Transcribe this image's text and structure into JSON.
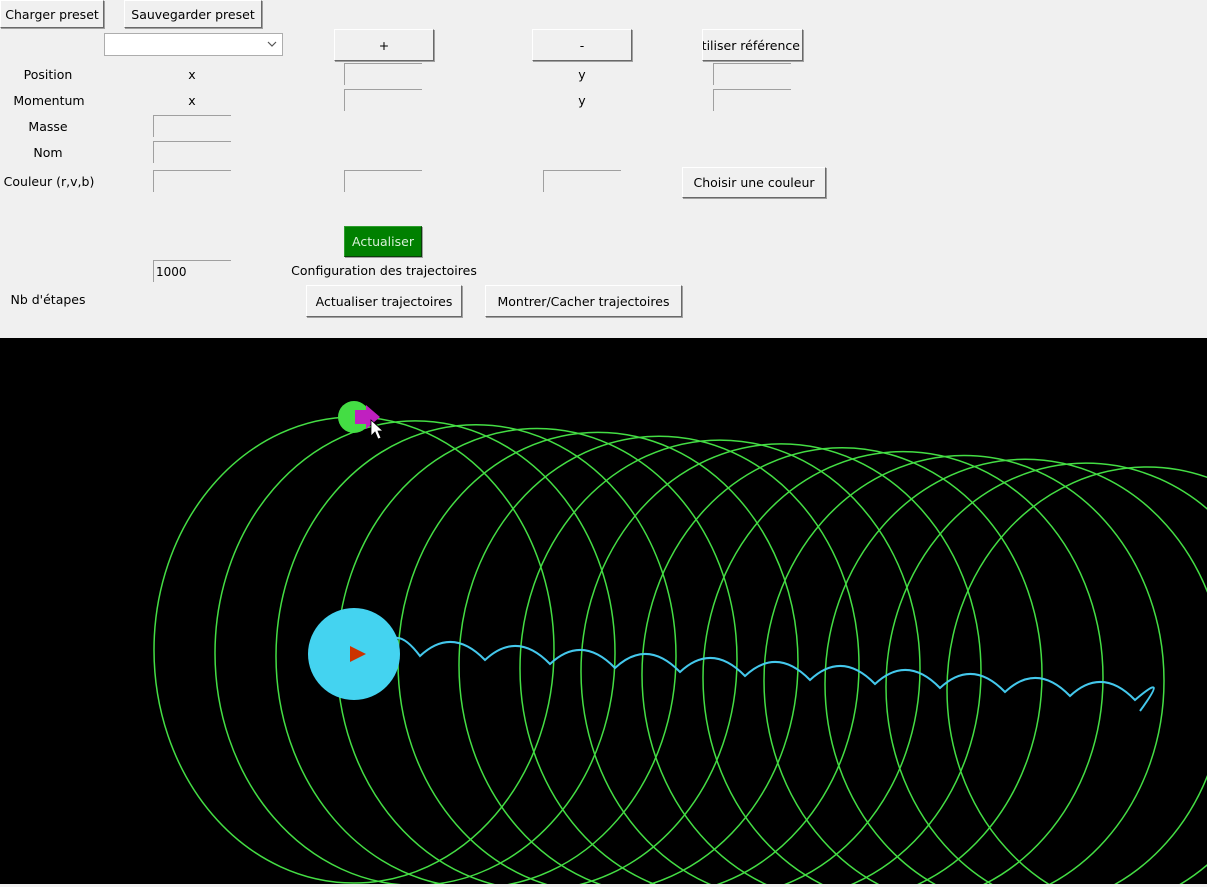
{
  "toolbar": {
    "load_preset": "Charger preset",
    "save_preset": "Sauvegarder preset",
    "preset_select_value": "",
    "plus": "+",
    "minus": "-",
    "use_reference": "Utiliser référence"
  },
  "form": {
    "position_label": "Position",
    "momentum_label": "Momentum",
    "mass_label": "Masse",
    "name_label": "Nom",
    "color_label": "Couleur (r,v,b)",
    "x_label": "x",
    "y_label": "y",
    "position_x": "",
    "position_y": "",
    "momentum_x": "",
    "momentum_y": "",
    "mass": "",
    "name": "",
    "color_r": "",
    "color_v": "",
    "color_b": "",
    "choose_color": "Choisir une couleur",
    "update": "Actualiser"
  },
  "trajectories": {
    "section_title": "Configuration des trajectoires",
    "steps_label": "Nb d'étapes",
    "steps_value": "1000",
    "update_trajectories": "Actualiser trajectoires",
    "toggle_trajectories": "Montrer/Cacher trajectoires"
  },
  "simulation": {
    "background": "#000000",
    "satellite_color": "#44dd44",
    "satellite_orbit_color": "#44dd44",
    "planet_color": "#44d3f0",
    "planet_path_color": "#44c8ec",
    "planet_arrow_color": "#cc3300",
    "satellite_arrow_color": "#c020c0",
    "orbit_loops": 14
  }
}
